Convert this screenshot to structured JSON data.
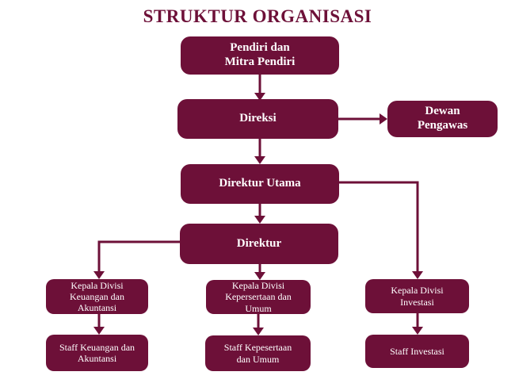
{
  "title": "STRUKTUR ORGANISASI",
  "colors": {
    "maroon": "#6D1038",
    "box_text": "#FFFFFF",
    "background": "#FFFFFF"
  },
  "nodes": {
    "pendiri": {
      "label": "Pendiri dan\nMitra Pendiri"
    },
    "direksi": {
      "label": "Direksi"
    },
    "dewan_pengawas": {
      "label": "Dewan\nPengawas"
    },
    "direktur_utama": {
      "label": "Direktur Utama"
    },
    "direktur": {
      "label": "Direktur"
    },
    "kepala_divisi_keuangan": {
      "label": "Kepala Divisi\nKeuangan dan\nAkuntansi"
    },
    "kepala_divisi_kepersertaan": {
      "label": "Kepala Divisi\nKepersertaan dan\nUmum"
    },
    "kepala_divisi_investasi": {
      "label": "Kepala Divisi\nInvestasi"
    },
    "staff_keuangan": {
      "label": "Staff Keuangan dan\nAkuntansi"
    },
    "staff_kepesertaan": {
      "label": "Staff Kepesertaan\ndan Umum"
    },
    "staff_investasi": {
      "label": "Staff Investasi"
    }
  },
  "connections": [
    {
      "from": "pendiri",
      "to": "direksi"
    },
    {
      "from": "direksi",
      "to": "dewan_pengawas"
    },
    {
      "from": "direksi",
      "to": "direktur_utama"
    },
    {
      "from": "direktur_utama",
      "to": "direktur"
    },
    {
      "from": "direktur_utama",
      "to": "kepala_divisi_investasi"
    },
    {
      "from": "direktur",
      "to": "kepala_divisi_keuangan"
    },
    {
      "from": "direktur",
      "to": "kepala_divisi_kepersertaan"
    },
    {
      "from": "kepala_divisi_keuangan",
      "to": "staff_keuangan"
    },
    {
      "from": "kepala_divisi_kepersertaan",
      "to": "staff_kepesertaan"
    },
    {
      "from": "kepala_divisi_investasi",
      "to": "staff_investasi"
    }
  ]
}
